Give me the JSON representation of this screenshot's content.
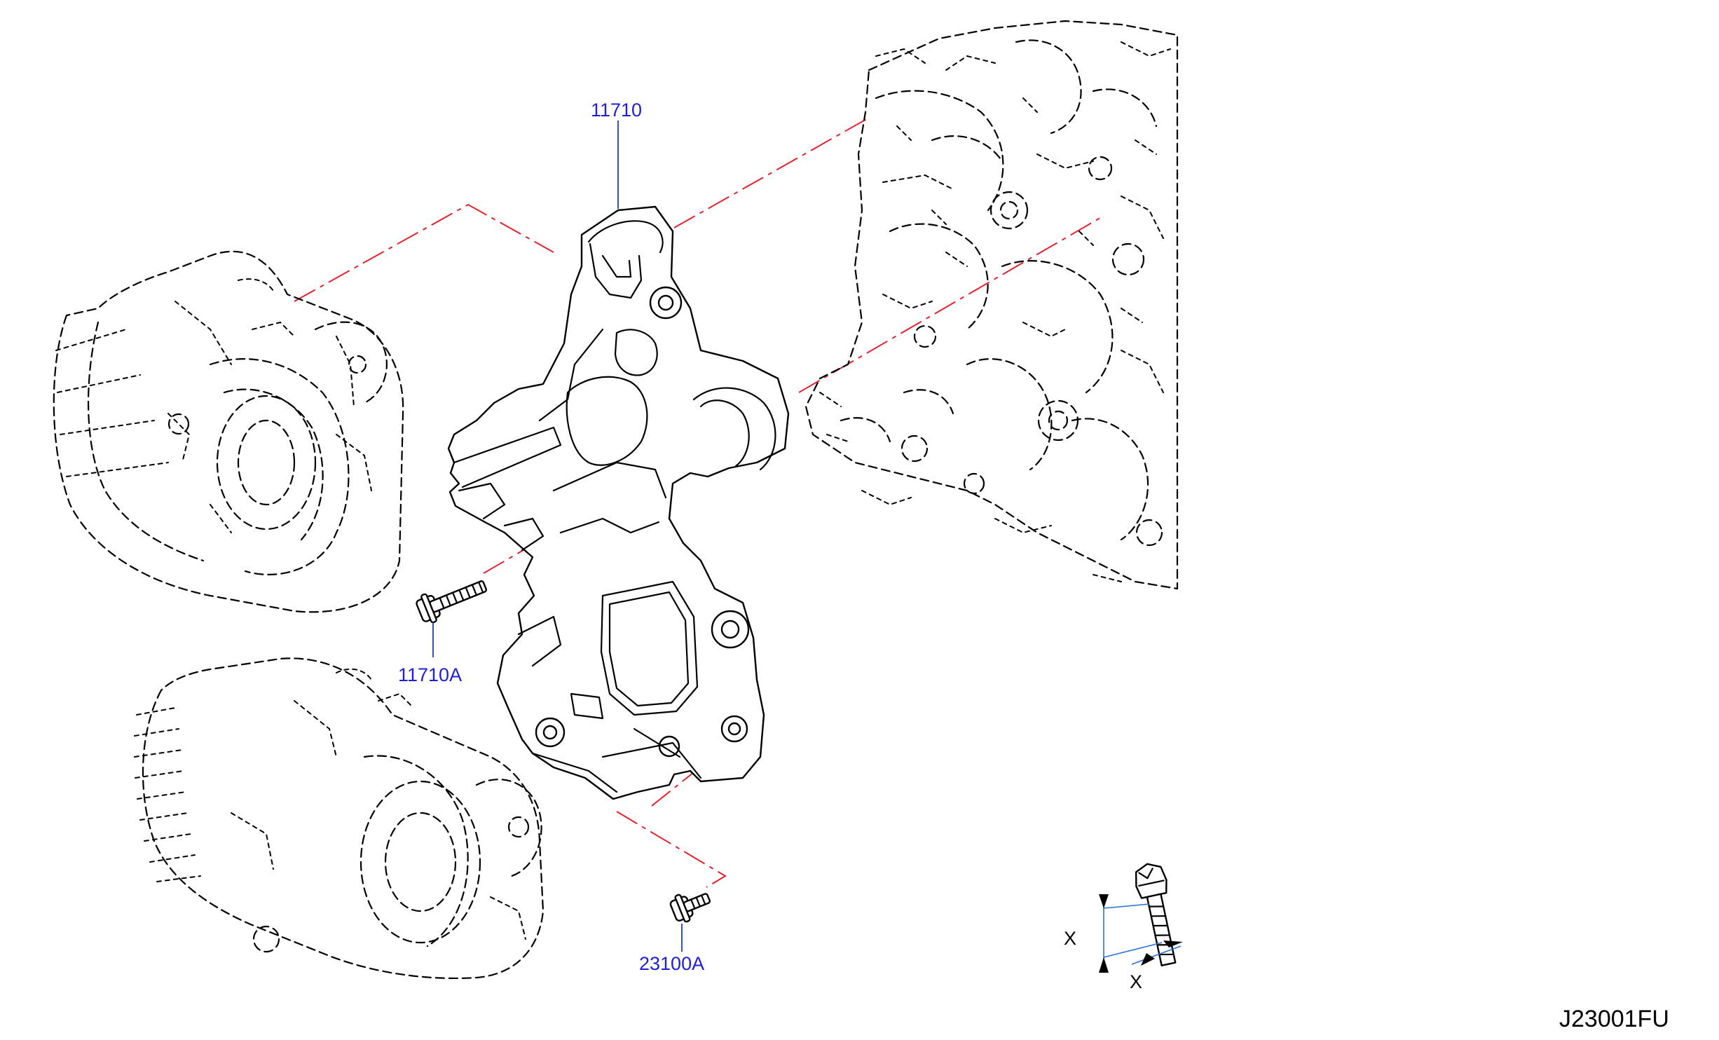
{
  "diagram": {
    "callouts": {
      "bracket": "11710",
      "bracket_bolt": "11710A",
      "compressor_bolt": "23100A"
    },
    "dimension_marks": {
      "length": "X",
      "diameter": "X"
    },
    "figure_code": "J23001FU"
  },
  "colors": {
    "callout_text": "#1f1fd6",
    "leader_line": "#1f3ad6",
    "phantom_line": "#e0232e",
    "dimension_line": "#2a6fd6"
  }
}
